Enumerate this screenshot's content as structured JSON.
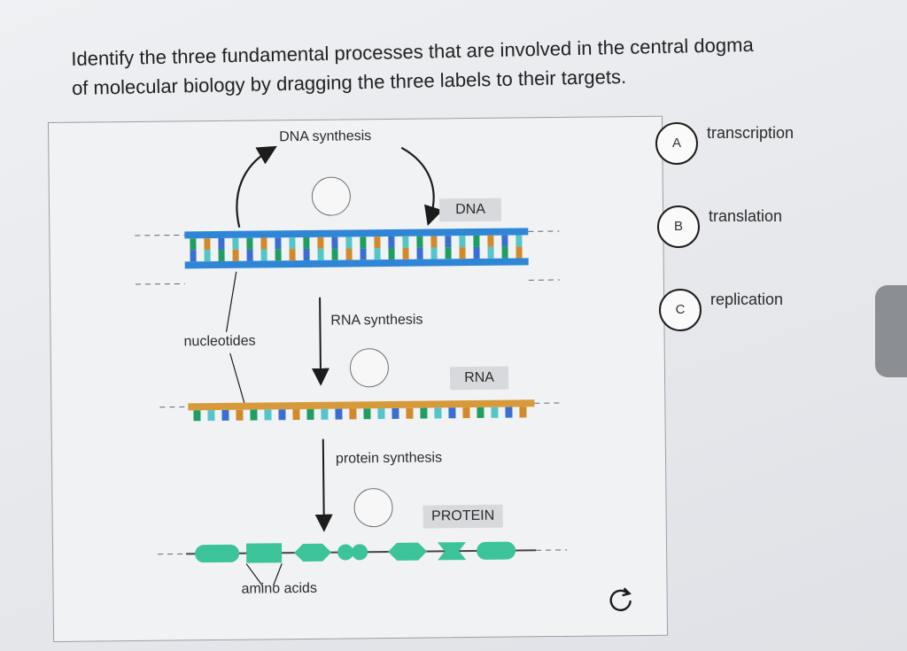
{
  "question": {
    "line1": "Identify the three fundamental processes that are involved in the central dogma",
    "line2": "of molecular biology by dragging the three labels to their targets."
  },
  "diagram": {
    "dna_synthesis": "DNA synthesis",
    "dna_tag": "DNA",
    "rna_synthesis": "RNA synthesis",
    "rna_tag": "RNA",
    "protein_synthesis": "protein synthesis",
    "protein_tag": "PROTEIN",
    "nucleotides": "nucleotides",
    "amino_acids": "amino acids"
  },
  "choices": [
    {
      "letter": "A",
      "label": "transcription"
    },
    {
      "letter": "B",
      "label": "translation"
    },
    {
      "letter": "C",
      "label": "replication"
    }
  ],
  "icons": {
    "reset": "reset-icon"
  },
  "colors": {
    "dna_backbone": "#2f86d6",
    "rna_backbone": "#d79a3a",
    "base_green": "#1f9e63",
    "base_orange": "#d18a2a",
    "base_blue": "#3a6ed1",
    "base_teal": "#54c5c9",
    "amino_acid": "#3cc39a"
  }
}
